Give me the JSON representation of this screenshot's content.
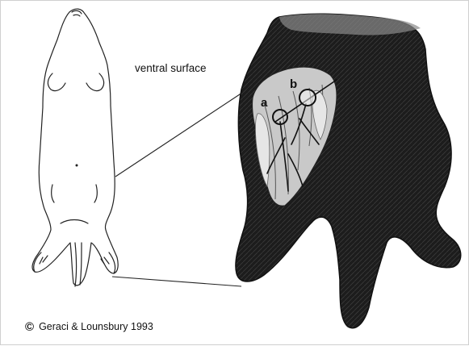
{
  "figure": {
    "surface_label": "ventral surface",
    "marker_a": "a",
    "marker_b": "b",
    "credit_symbol": "©",
    "credit_text": "Geraci & Lounsbury 1993"
  }
}
